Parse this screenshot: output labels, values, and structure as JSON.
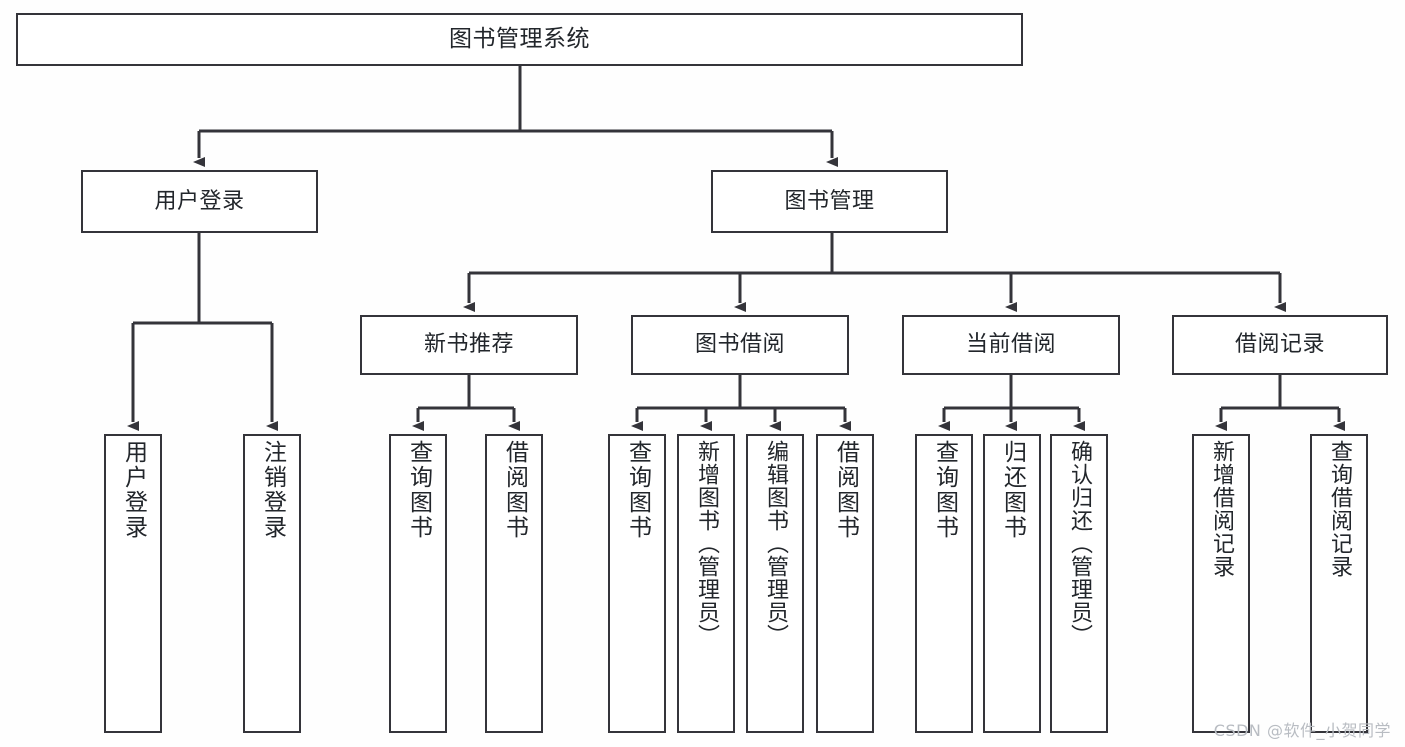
{
  "diagram": {
    "title": "图书管理系统",
    "type": "tree",
    "colors": {
      "background": "#fefefe",
      "node_fill": "#ffffff",
      "node_border": "#34343a",
      "edge": "#34343a",
      "text": "#22262b",
      "watermark": "#b8bcc2"
    },
    "nodes": {
      "root": {
        "label": "图书管理系统"
      },
      "level2": [
        {
          "id": "user-login",
          "label": "用户登录"
        },
        {
          "id": "book-manage",
          "label": "图书管理"
        }
      ],
      "level3": [
        {
          "id": "new-book-recommend",
          "label": "新书推荐"
        },
        {
          "id": "book-borrow",
          "label": "图书借阅"
        },
        {
          "id": "current-borrow",
          "label": "当前借阅"
        },
        {
          "id": "borrow-record",
          "label": "借阅记录"
        }
      ],
      "leaves": [
        {
          "id": "leaf-user-login",
          "label": "用户登录",
          "parent": "user-login"
        },
        {
          "id": "leaf-logout",
          "label": "注销登录",
          "parent": "user-login"
        },
        {
          "id": "leaf-query-book-1",
          "label": "查询图书",
          "parent": "new-book-recommend"
        },
        {
          "id": "leaf-borrow-book-1",
          "label": "借阅图书",
          "parent": "new-book-recommend"
        },
        {
          "id": "leaf-query-book-2",
          "label": "查询图书",
          "parent": "book-borrow"
        },
        {
          "id": "leaf-add-book",
          "label": "新增图书（管理员）",
          "parent": "book-borrow"
        },
        {
          "id": "leaf-edit-book",
          "label": "编辑图书（管理员）",
          "parent": "book-borrow"
        },
        {
          "id": "leaf-borrow-book-2",
          "label": "借阅图书",
          "parent": "book-borrow"
        },
        {
          "id": "leaf-query-book-3",
          "label": "查询图书",
          "parent": "current-borrow"
        },
        {
          "id": "leaf-return-book",
          "label": "归还图书",
          "parent": "current-borrow"
        },
        {
          "id": "leaf-confirm-return",
          "label": "确认归还（管理员）",
          "parent": "current-borrow"
        },
        {
          "id": "leaf-add-record",
          "label": "新增借阅记录",
          "parent": "borrow-record"
        },
        {
          "id": "leaf-query-record",
          "label": "查询借阅记录",
          "parent": "borrow-record"
        }
      ]
    }
  },
  "watermark": "CSDN @软件_小贺同学"
}
